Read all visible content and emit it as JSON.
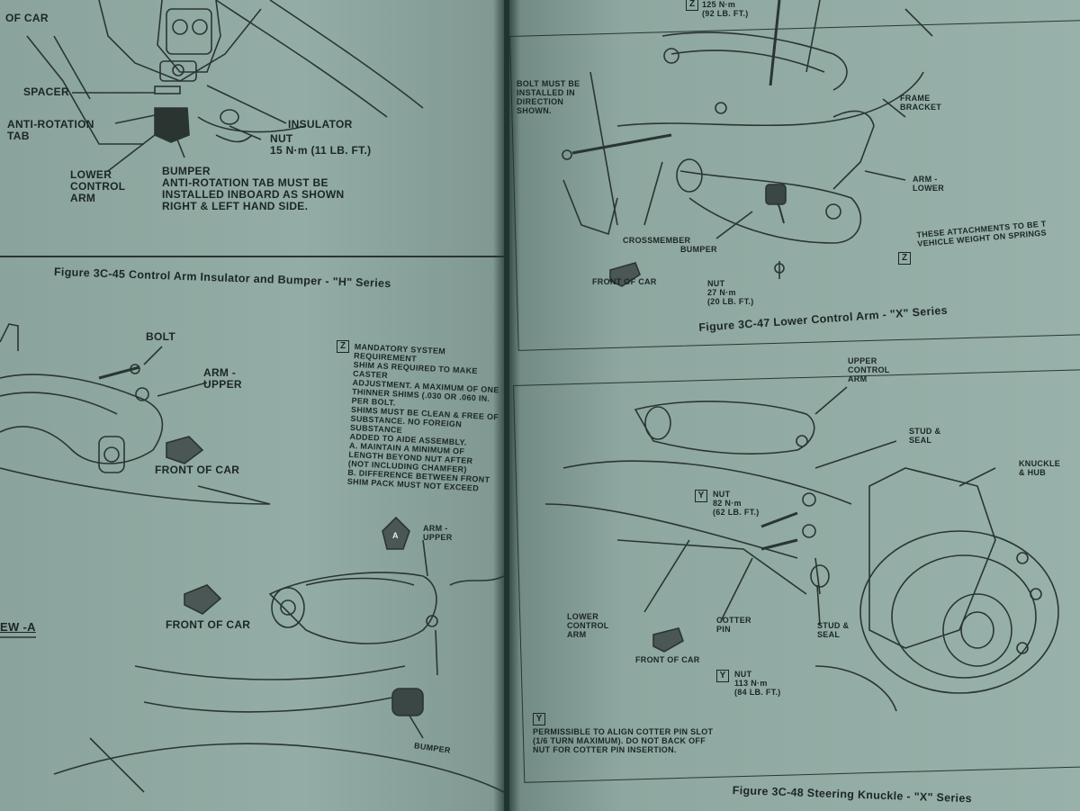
{
  "left_page": {
    "top_diagram": {
      "labels": {
        "of_car": "OF CAR",
        "spacer": "SPACER",
        "anti_rotation_tab": "ANTI-ROTATION\nTAB",
        "lower_control_arm": "LOWER\nCONTROL\nARM",
        "insulator": "INSULATOR",
        "nut": "NUT\n15 N·m (11 LB. FT.)",
        "bumper_note": "BUMPER\nANTI-ROTATION TAB MUST BE\nINSTALLED INBOARD AS SHOWN\nRIGHT & LEFT HAND SIDE."
      }
    },
    "figure_45_caption": "Figure 3C-45 Control Arm Insulator and Bumper - \"H\" Series",
    "bottom_diagram": {
      "bolt": "BOLT",
      "arm_upper": "ARM -\nUPPER",
      "front_of_car_1": "FRONT OF CAR",
      "front_of_car_2": "FRONT OF CAR",
      "arm_upper_2": "ARM -\nUPPER",
      "view_a": "EW -A",
      "bumper": "BUMPER",
      "view_a_marker": "A",
      "z_marker": "Z",
      "mandatory_note": "MANDATORY SYSTEM REQUIREMENT\nSHIM AS REQUIRED TO MAKE CASTER\nADJUSTMENT. A MAXIMUM OF ONE\nTHINNER SHIMS (.030 OR .060 IN.\nPER BOLT.\nSHIMS MUST BE CLEAN & FREE OF\nSUBSTANCE. NO FOREIGN SUBSTANCE\nADDED TO AIDE ASSEMBLY.\nA.    MAINTAIN A MINIMUM OF\n       LENGTH BEYOND NUT AFTER\n       (NOT INCLUDING CHAMFER)\nB.    DIFFERENCE BETWEEN FRONT\n       SHIM PACK MUST NOT EXCEED"
    }
  },
  "right_page": {
    "figure_47": {
      "z_marker_top": "Z",
      "torque_top": "125 N·m\n(92 LB. FT.)",
      "bolt_note": "BOLT MUST BE\nINSTALLED IN\nDIRECTION\nSHOWN.",
      "frame_bracket": "FRAME\nBRACKET",
      "arm_lower": "ARM -\nLOWER",
      "crossmember": "CROSSMEMBER",
      "bumper": "BUMPER",
      "front_of_car": "FRONT OF CAR",
      "nut": "NUT\n27 N·m\n(20 LB. FT.)",
      "z_marker": "Z",
      "attachments_note": "THESE ATTACHMENTS TO BE T\nVEHICLE WEIGHT ON SPRINGS",
      "caption": "Figure 3C-47 Lower Control Arm - \"X\" Series"
    },
    "figure_48": {
      "upper_control_arm": "UPPER\nCONTROL\nARM",
      "stud_seal_top": "STUD &\nSEAL",
      "knuckle_hub": "KNUCKLE\n& HUB",
      "y_marker_1": "Y",
      "nut_82": "NUT\n82 N·m\n(62 LB. FT.)",
      "lower_control_arm": "LOWER\nCONTROL\nARM",
      "cotter_pin": "COTTER\nPIN",
      "stud_seal_bottom": "STUD &\nSEAL",
      "front_of_car": "FRONT OF CAR",
      "y_marker_2": "Y",
      "nut_113": "NUT\n113 N·m\n(84 LB. FT.)",
      "y_marker_3": "Y",
      "cotter_note": "PERMISSIBLE TO ALIGN COTTER PIN SLOT\n(1/6 TURN MAXIMUM). DO NOT BACK OFF\nNUT FOR COTTER PIN INSERTION.",
      "caption": "Figure 3C-48 Steering Knuckle - \"X\" Series"
    }
  }
}
